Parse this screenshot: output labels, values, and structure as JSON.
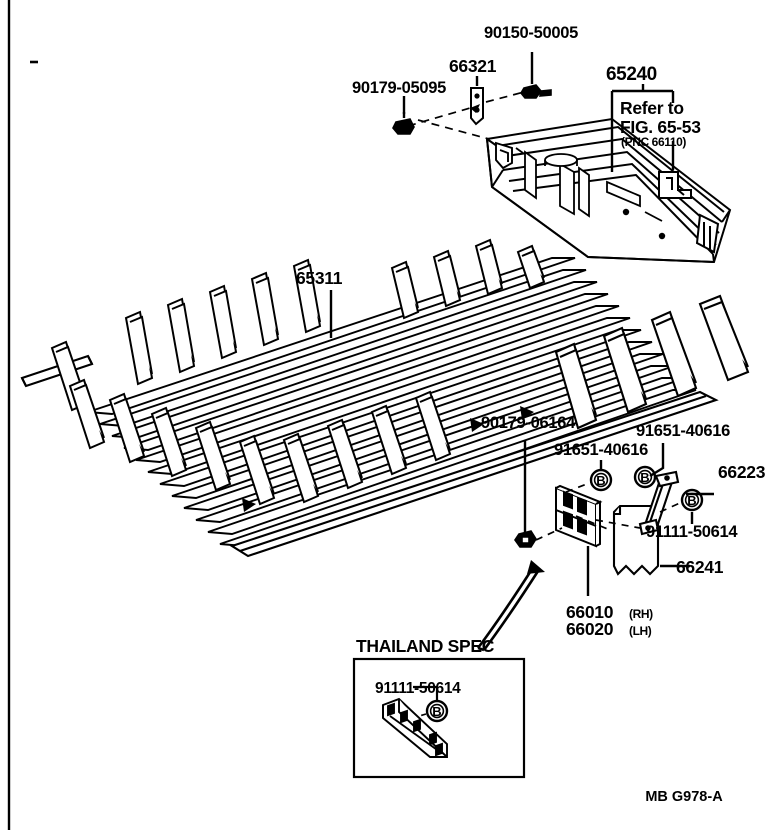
{
  "sheet": {
    "footer_code": "MB G978-A",
    "border_color": "#000000",
    "ink": "#000000",
    "background": "#ffffff"
  },
  "callouts": {
    "bolt_left": "90179-05095",
    "clip_center": "66321",
    "bolt_right": "90150-50005",
    "crossmember": "65240",
    "refer_line1": "Refer to",
    "refer_line2": "FIG. 65-53",
    "refer_pnc": "(PNC 66110)",
    "floor_panel": "65311",
    "nut_lower": "90179-06164",
    "screw_a": "91651-40616",
    "screw_b": "91651-40616",
    "stay": "66223",
    "bolt_b": "91111-50614",
    "protector": "66241",
    "bracket_rh": "66010",
    "bracket_rh_side": "(RH)",
    "bracket_lh": "66020",
    "bracket_lh_side": "(LH)"
  },
  "inset": {
    "title": "THAILAND SPEC",
    "part": "91111-50614",
    "marker": "B"
  },
  "markers": {
    "b_letter": "B"
  }
}
